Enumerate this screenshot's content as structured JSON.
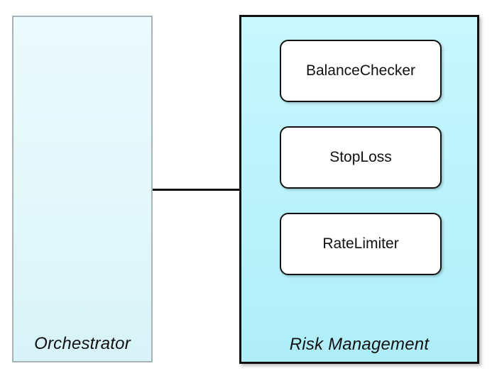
{
  "diagram": {
    "containers": [
      {
        "id": "orchestrator",
        "label": "Orchestrator"
      },
      {
        "id": "risk-management",
        "label": "Risk Management"
      }
    ],
    "components": [
      {
        "label": "BalanceChecker"
      },
      {
        "label": "StopLoss"
      },
      {
        "label": "RateLimiter"
      }
    ],
    "connections": [
      {
        "from": "orchestrator",
        "to": "risk-management"
      }
    ]
  }
}
